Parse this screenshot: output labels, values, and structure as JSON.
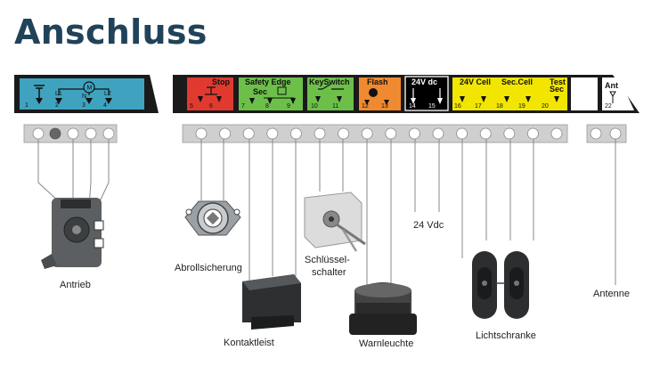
{
  "title": "Anschluss",
  "headers": {
    "stop": "Stop",
    "safety_edge": "Safety Edge",
    "sec": "Sec",
    "keyswitch": "KeySwitch",
    "flash": "Flash",
    "vdc": "24V dc",
    "cell": "24V Cell",
    "sec_cell": "Sec.Cell",
    "test": "Test",
    "test_sec": "Sec",
    "ant": "Ant",
    "motor_l1": "L1",
    "motor_n": "N",
    "motor_l2": "L2",
    "motor_m": "M"
  },
  "terminals": [
    "1",
    "2",
    "3",
    "4",
    "5",
    "6",
    "7",
    "8",
    "9",
    "10",
    "11",
    "12",
    "13",
    "14",
    "15",
    "16",
    "17",
    "18",
    "19",
    "20",
    "22"
  ],
  "labels": {
    "antrieb": "Antrieb",
    "abrollsicherung": "Abrollsicherung",
    "kontaktleist": "Kontaktleist",
    "schluessel_1": "Schlüssel-",
    "schluessel_2": "schalter",
    "vdc": "24 Vdc",
    "warnleuchte": "Warnleuchte",
    "lichtschranke": "Lichtschranke",
    "antenne": "Antenne"
  },
  "colors": {
    "title": "#20435a",
    "header_bar": "#1a1a1a",
    "motor": "#3fa3bf",
    "stop": "#e03a30",
    "safety_edge": "#6cc04a",
    "keyswitch": "#6cc04a",
    "flash": "#f08a30",
    "vdc": "#000000",
    "cell": "#f2e600",
    "terminal_strip": "#cfcfcf"
  }
}
